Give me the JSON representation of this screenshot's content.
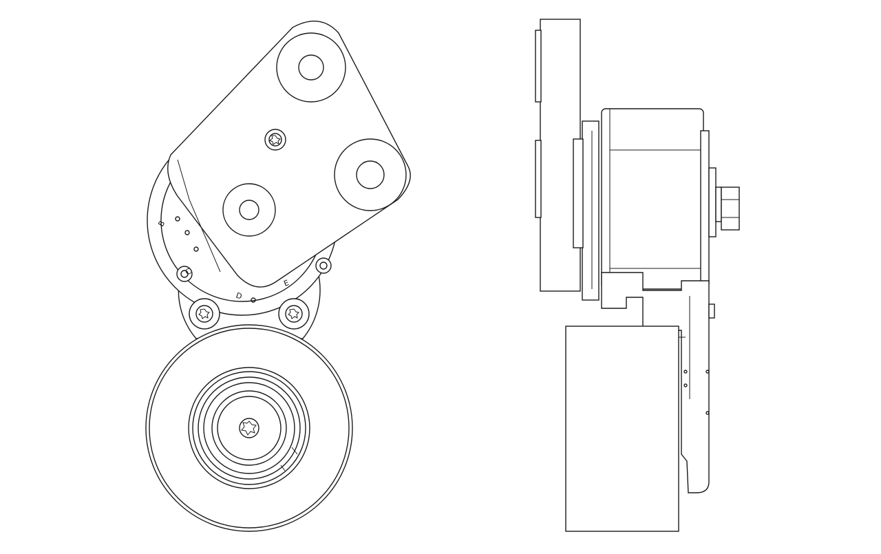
{
  "drawing": {
    "line_color": "#1a1a1a",
    "background": "#ffffff",
    "position_marks": [
      "B",
      "C",
      "D",
      "E"
    ]
  }
}
